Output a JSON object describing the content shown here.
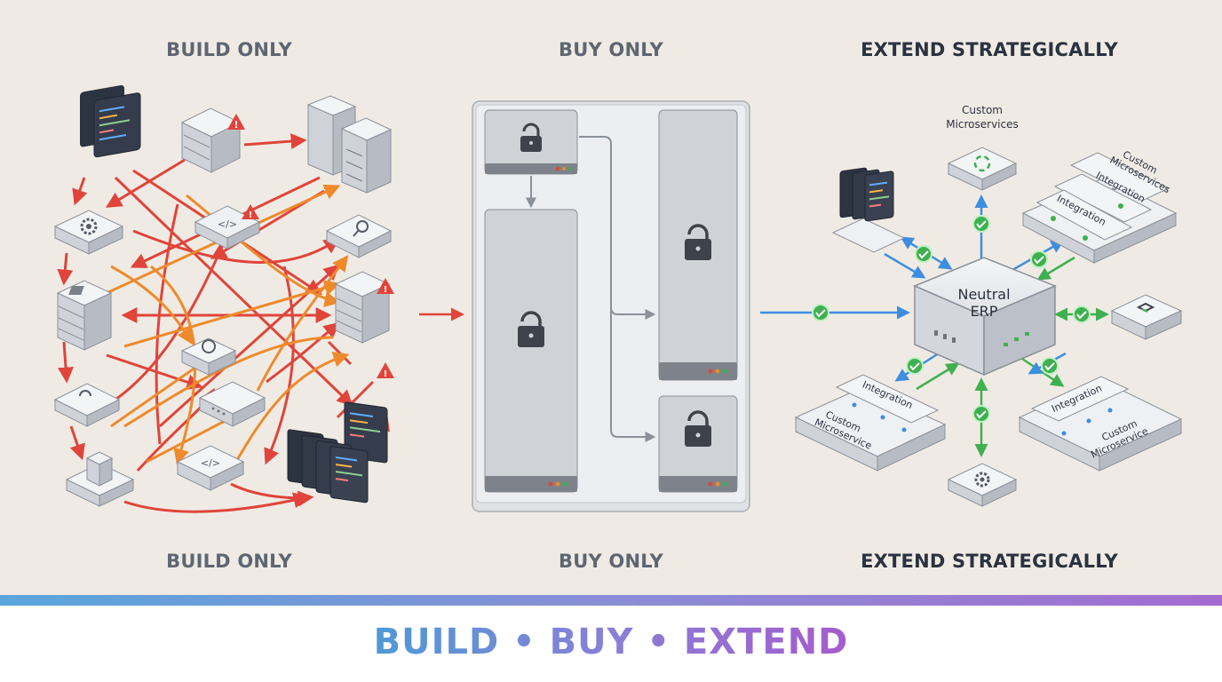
{
  "panels": {
    "build": {
      "title_top": "BUILD ONLY",
      "title_bottom": "BUILD ONLY"
    },
    "buy": {
      "title_top": "BUY ONLY",
      "title_bottom": "BUY ONLY"
    },
    "extend": {
      "title_top": "EXTEND STRATEGICALLY",
      "title_bottom": "EXTEND STRATEGICALLY",
      "hub_line1": "Neutral",
      "hub_line2": "ERP",
      "top_label_line1": "Custom",
      "top_label_line2": "Microservices",
      "tr_label_line1": "Custom",
      "tr_label_line2": "Microservices",
      "tr_integration_1": "Integration",
      "tr_integration_2": "Integration",
      "bl_integration": "Integration",
      "bl_custom_line1": "Custom",
      "bl_custom_line2": "Microservice",
      "br_integration": "Integration",
      "br_custom_line1": "Custom",
      "br_custom_line2": "Microservice"
    }
  },
  "footer": {
    "title": "BUILD • BUY • EXTEND"
  },
  "colors": {
    "red_arrow": "#e0443a",
    "orange_arrow": "#ef8a2c",
    "blue_arrow": "#3d8ee0",
    "green_arrow": "#3fb04f",
    "gradient_start": "#5aa6dc",
    "gradient_end": "#a46cd0"
  }
}
